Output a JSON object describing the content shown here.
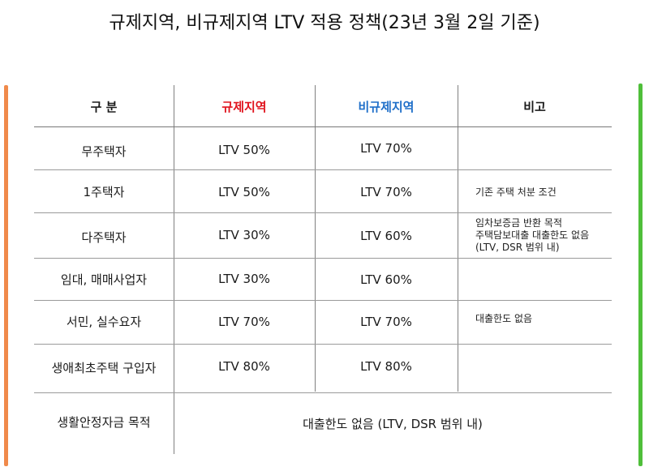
{
  "title": "규제지역, 비규제지역 LTV 적용 정책(23년 3월 2일 기준)",
  "colors": {
    "left_bar": "#f08a4b",
    "right_bar": "#4fbf3a",
    "regulated": "#e0141e",
    "non_regulated": "#1f6fc9"
  },
  "table": {
    "headers": {
      "category": "구 분",
      "regulated": "규제지역",
      "non_regulated": "비규제지역",
      "note": "비고"
    },
    "rows": [
      {
        "category": "무주택자",
        "regulated": "LTV 50%",
        "non_regulated": "LTV 70%",
        "note": []
      },
      {
        "category": "1주택자",
        "regulated": "LTV 50%",
        "non_regulated": "LTV 70%",
        "note": [
          "기존 주택 처분 조건"
        ]
      },
      {
        "category": "다주택자",
        "regulated": "LTV 30%",
        "non_regulated": "LTV 60%",
        "note": [
          "임차보증금 반환 목적",
          "주택담보대출 대출한도 없음",
          "(LTV, DSR 범위 내)"
        ]
      },
      {
        "category": "임대, 매매사업자",
        "regulated": "LTV 30%",
        "non_regulated": "LTV 60%",
        "note": []
      },
      {
        "category": "서민, 실수요자",
        "regulated": "LTV 70%",
        "non_regulated": "LTV 70%",
        "note": [
          "대출한도 없음"
        ]
      },
      {
        "category": "생애최초주택 구입자",
        "regulated": "LTV 80%",
        "non_regulated": "LTV 80%",
        "note": []
      }
    ],
    "last_row": {
      "category": "생활안정자금 목적",
      "merged": "대출한도 없음 (LTV, DSR 범위 내)"
    }
  }
}
